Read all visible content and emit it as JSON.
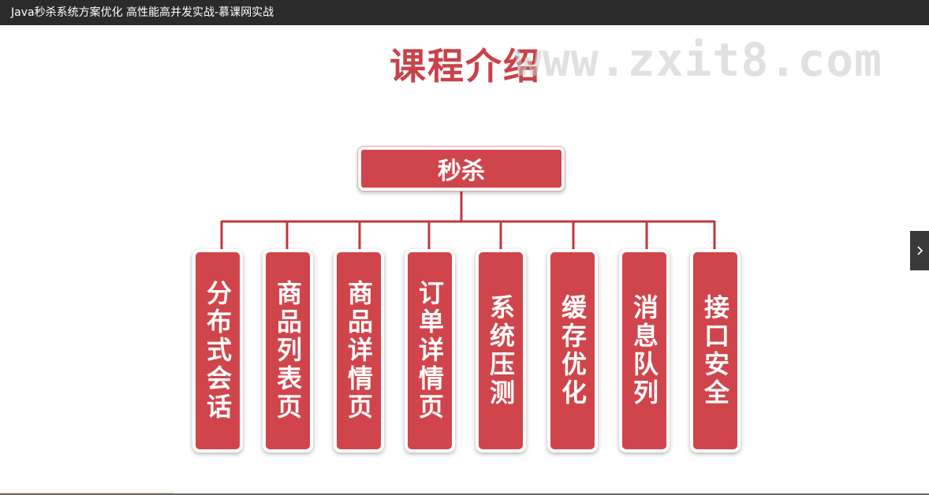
{
  "window": {
    "title": "Java秒杀系统方案优化 高性能高并发实战-慕课网实战"
  },
  "slide": {
    "heading": "课程介绍",
    "watermark": "www.zxit8.com",
    "root": "秒杀",
    "children": [
      "分布式会话",
      "商品列表页",
      "商品详情页",
      "订单详情页",
      "系统压测",
      "缓存优化",
      "消息队列",
      "接口安全"
    ]
  },
  "colors": {
    "accent": "#d0454b",
    "heading": "#c9424a",
    "connector": "#c0373d",
    "title_bar": "#2b2b2b"
  },
  "icons": {
    "next": "chevron-right-icon"
  }
}
